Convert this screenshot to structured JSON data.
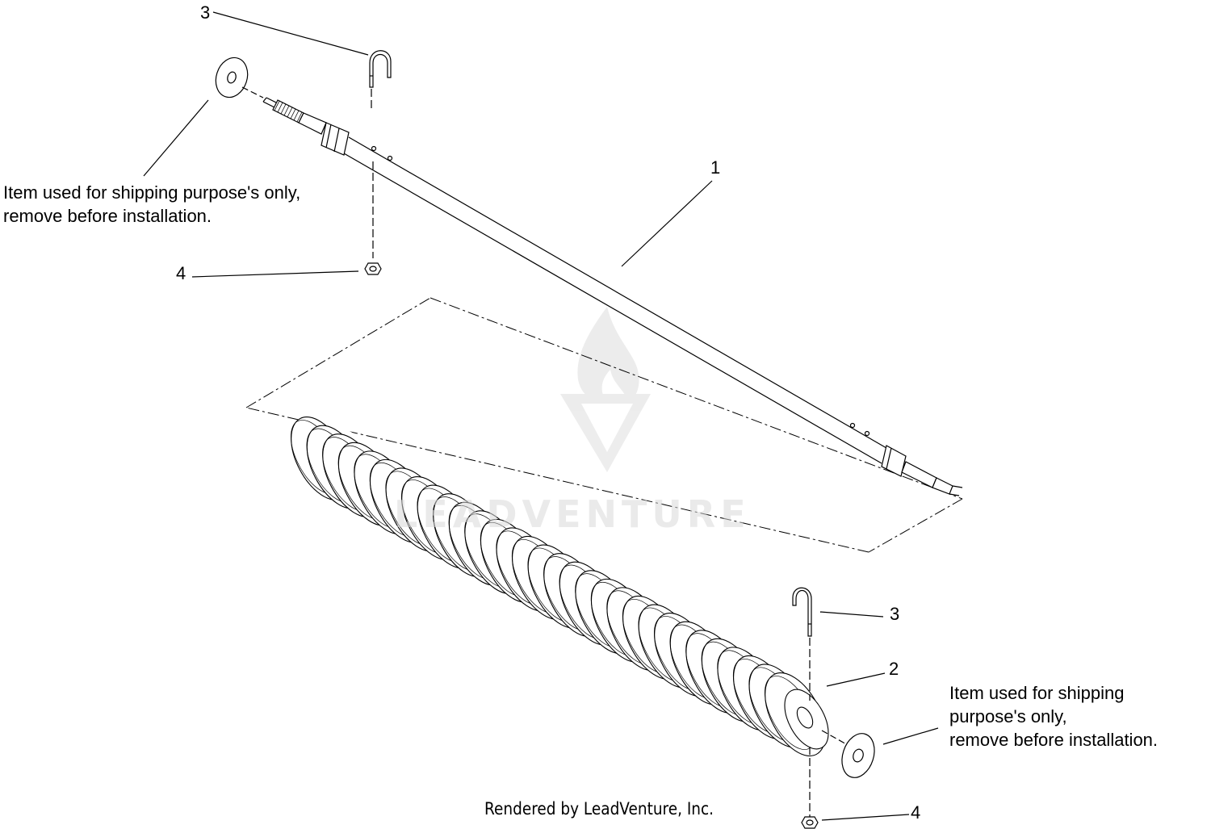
{
  "callouts": {
    "c1": "1",
    "c2": "2",
    "c3_top": "3",
    "c3_bottom": "3",
    "c4_top": "4",
    "c4_bottom": "4"
  },
  "notes": {
    "top_left": {
      "line1": "Item used for shipping purpose's only,",
      "line2": "remove before installation."
    },
    "bottom_right": {
      "line1": "Item used for shipping",
      "line2": "purpose's only,",
      "line3": "remove before installation."
    }
  },
  "footer": "Rendered by LeadVenture, Inc.",
  "watermark": "LEADVENTURE",
  "colors": {
    "line": "#000000",
    "watermark": "#d9d9d9"
  }
}
